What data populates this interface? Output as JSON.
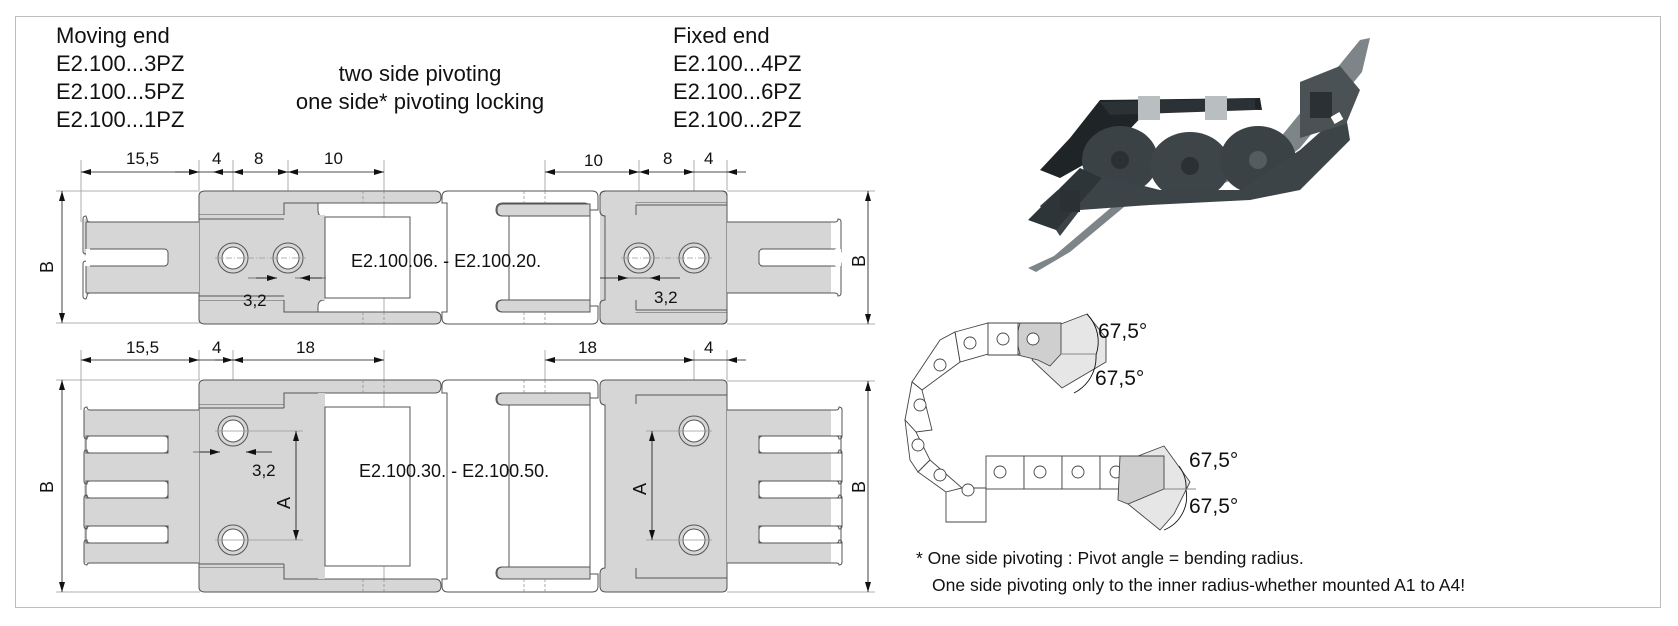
{
  "moving_end": {
    "title": "Moving end",
    "parts": [
      "E2.100...3PZ",
      "E2.100...5PZ",
      "E2.100...1PZ"
    ]
  },
  "fixed_end": {
    "title": "Fixed end",
    "parts": [
      "E2.100...4PZ",
      "E2.100...6PZ",
      "E2.100...2PZ"
    ]
  },
  "pivot_caption": {
    "line1": "two side pivoting",
    "line2": "one side* pivoting locking"
  },
  "top_drawing": {
    "range_label": "E2.100.06. - E2.100.20.",
    "dims_left": [
      "15,5",
      "4",
      "8",
      "10"
    ],
    "dims_right": [
      "10",
      "8",
      "4"
    ],
    "hole_dim_left": "3,2",
    "hole_dim_right": "3,2",
    "height_label_left": "B",
    "height_label_right": "B"
  },
  "bottom_drawing": {
    "range_label": "E2.100.30. - E2.100.50.",
    "dims_left": [
      "15,5",
      "4",
      "18"
    ],
    "dims_right": [
      "18",
      "4"
    ],
    "hole_dim": "3,2",
    "hole_spacing_left": "A",
    "hole_spacing_right": "A",
    "height_label_left": "B",
    "height_label_right": "B"
  },
  "photo": {
    "alt": "Energy chain with pivoting mounting brackets"
  },
  "pivot_diagram": {
    "angles_top": [
      "67,5°",
      "67,5°"
    ],
    "angles_bottom": [
      "67,5°",
      "67,5°"
    ]
  },
  "footnote": {
    "line1": "* One side pivoting : Pivot angle = bending radius.",
    "line2": "One side pivoting only to the inner radius-whether mounted A1 to A4!"
  },
  "colors": {
    "part_fill": "#d6d6d6",
    "outline": "#555555",
    "frame": "#bdbdbd",
    "photo_dark": "#2a3236"
  }
}
